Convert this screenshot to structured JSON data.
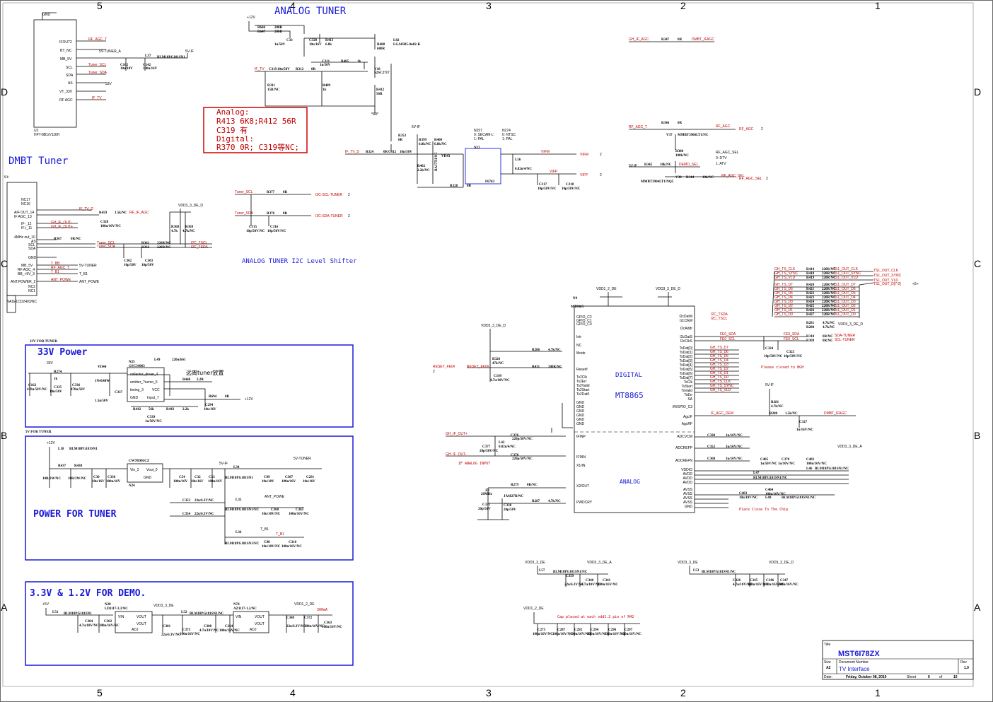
{
  "zones": {
    "top": [
      "5",
      "4",
      "3",
      "2",
      "1"
    ],
    "side": [
      "D",
      "C",
      "B",
      "A"
    ]
  },
  "titles": {
    "analog_tuner": "ANALOG TUNER",
    "dmbt_tuner": "DMBT Tuner",
    "i2c_shifter": "ANALOG TUNER I2C Level Shifter",
    "power_33v_header": "33V FOR TUNER",
    "power_33v": "33V Power",
    "power_5v_header": "5V FOR TUNER",
    "power_for_tuner": "POWER FOR TUNER",
    "power_33_12": "3.3V & 1.2V FOR DEMO."
  },
  "note_box": {
    "lines": [
      "Analog:",
      "R413 6K8;R412 56R",
      "C319 有",
      "Digital:",
      "R370 0R; C319等NC;"
    ]
  },
  "annotations": {
    "far_from_tuner": "远离tuner放置",
    "please_close": "Please closed to BGH",
    "if_analog_input": "IF ANALOG INPUT",
    "place_close": "Place Close To The Chip",
    "cap_placed": "Cap placed at each vdd1.2 pin of N42",
    "current_300ma": "300mA",
    "rf_agc_sel": [
      "RF_AGC_SEL",
      "0: DTV",
      "1: ATV"
    ],
    "n257": [
      "N257",
      "0: SECAM-L'",
      "1: PAL"
    ],
    "n274": [
      "N274",
      "0: NTSC",
      "1: PAL"
    ]
  },
  "ic_mt8865": {
    "ref": "N4",
    "part": "MT8865",
    "digital": "DIGITAL",
    "name": "MT8865",
    "analog": "ANALOG",
    "left_pins": [
      "GPIO_C2",
      "GPIO_C1",
      "GPIO_C0",
      "Intr",
      "NC",
      "Mode",
      "Reset#",
      "Ts2Clk",
      "Ts2Err",
      "Ts2Valid",
      "Ts2Start",
      "Ts2Dat0",
      "GND",
      "GND",
      "GND",
      "GND",
      "GND",
      "GND",
      "IFINP",
      "IFINN",
      "X1/IN",
      "X2/OUT",
      "PWDCRY"
    ],
    "right_pins": [
      "I2cDatM",
      "I2cClkM",
      "I2cAddr",
      "I2cDatS",
      "I2cClkS",
      "TsDat[0]",
      "TsDat[1]",
      "TsDat[2]",
      "TsDat[3]",
      "TsDat[4]",
      "TsDat[5]",
      "TsDat[6]",
      "TsDat[7]",
      "TsClk",
      "TsStart",
      "TsValid",
      "TsErr",
      "SA",
      "IR/GPIO_C3",
      "AgcIF",
      "AgcRF",
      "ADCVCM",
      "ADCREFP",
      "ADCREFN",
      "VDDIO",
      "AVDD",
      "AVDD",
      "AVDD",
      "AVSS",
      "AVSS",
      "AVSS",
      "AVSS",
      "GND"
    ]
  },
  "title_block": {
    "title_label": "Title",
    "title": "MST6I78ZX",
    "size_label": "Size",
    "size": "A2",
    "doc_label": "Document Number",
    "doc": "TV Interface",
    "rev_label": "Rev",
    "rev": "1.0",
    "date_label": "Date:",
    "date": "Friday, October 08, 2010",
    "sheet_label": "Sheet",
    "sheet": "6",
    "of_label": "of",
    "of": "10"
  },
  "colors": {
    "wire": "#000000",
    "net": "#c00000",
    "title": "#1a1ad8",
    "pin": "#c000c0"
  }
}
